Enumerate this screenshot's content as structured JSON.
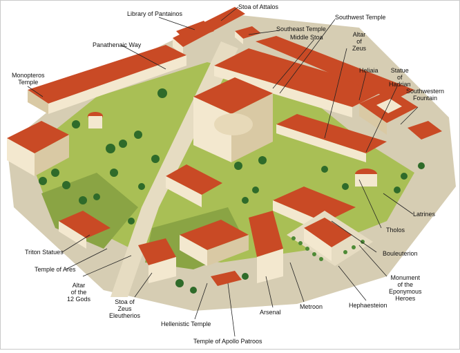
{
  "labels": {
    "library_pantainos": "Library of Pantainos",
    "stoa_attalos": "Stoa of Attalos",
    "southwest_temple": "Southwest Temple",
    "southeast_temple": "Southeast Temple",
    "middle_stoa": "Middle Stoa",
    "altar_zeus": "Altar\nof\nZeus",
    "panathenaic_way": "Panathenaic Way",
    "heliaia": "Heliaia",
    "statue_hadrian": "Statue\nof\nHadrian",
    "southwestern_fountain": "Southwestern\nFountain",
    "monopteros_temple": "Monopteros\nTemple",
    "latrines": "Latrines",
    "tholos": "Tholos",
    "triton_statues": "Triton Statues",
    "bouleuterion": "Bouleuterion",
    "temple_ares": "Temple of Ares",
    "monument_eponymous": "Monument\nof the\nEponymous\nHeroes",
    "altar_12_gods": "Altar\nof the\n12 Gods",
    "stoa_zeus": "Stoa of\nZeus\nEleutherios",
    "arsenal": "Arsenal",
    "metroon": "Metroon",
    "hephaesteion": "Hephaesteion",
    "hellenistic_temple": "Hellenistic Temple",
    "temple_apollo": "Temple of Apollo Patroos"
  },
  "colors": {
    "roof": "#c94a25",
    "roof_dark": "#9e3516",
    "wall": "#f3e8cf",
    "wall_shadow": "#d9c9a4",
    "grass": "#a9bf55",
    "grass_dark": "#8aa444",
    "path": "#e6dcc2",
    "tree": "#2f6b2a",
    "tree_light": "#4e8a36",
    "ground": "#d6cdb3"
  }
}
